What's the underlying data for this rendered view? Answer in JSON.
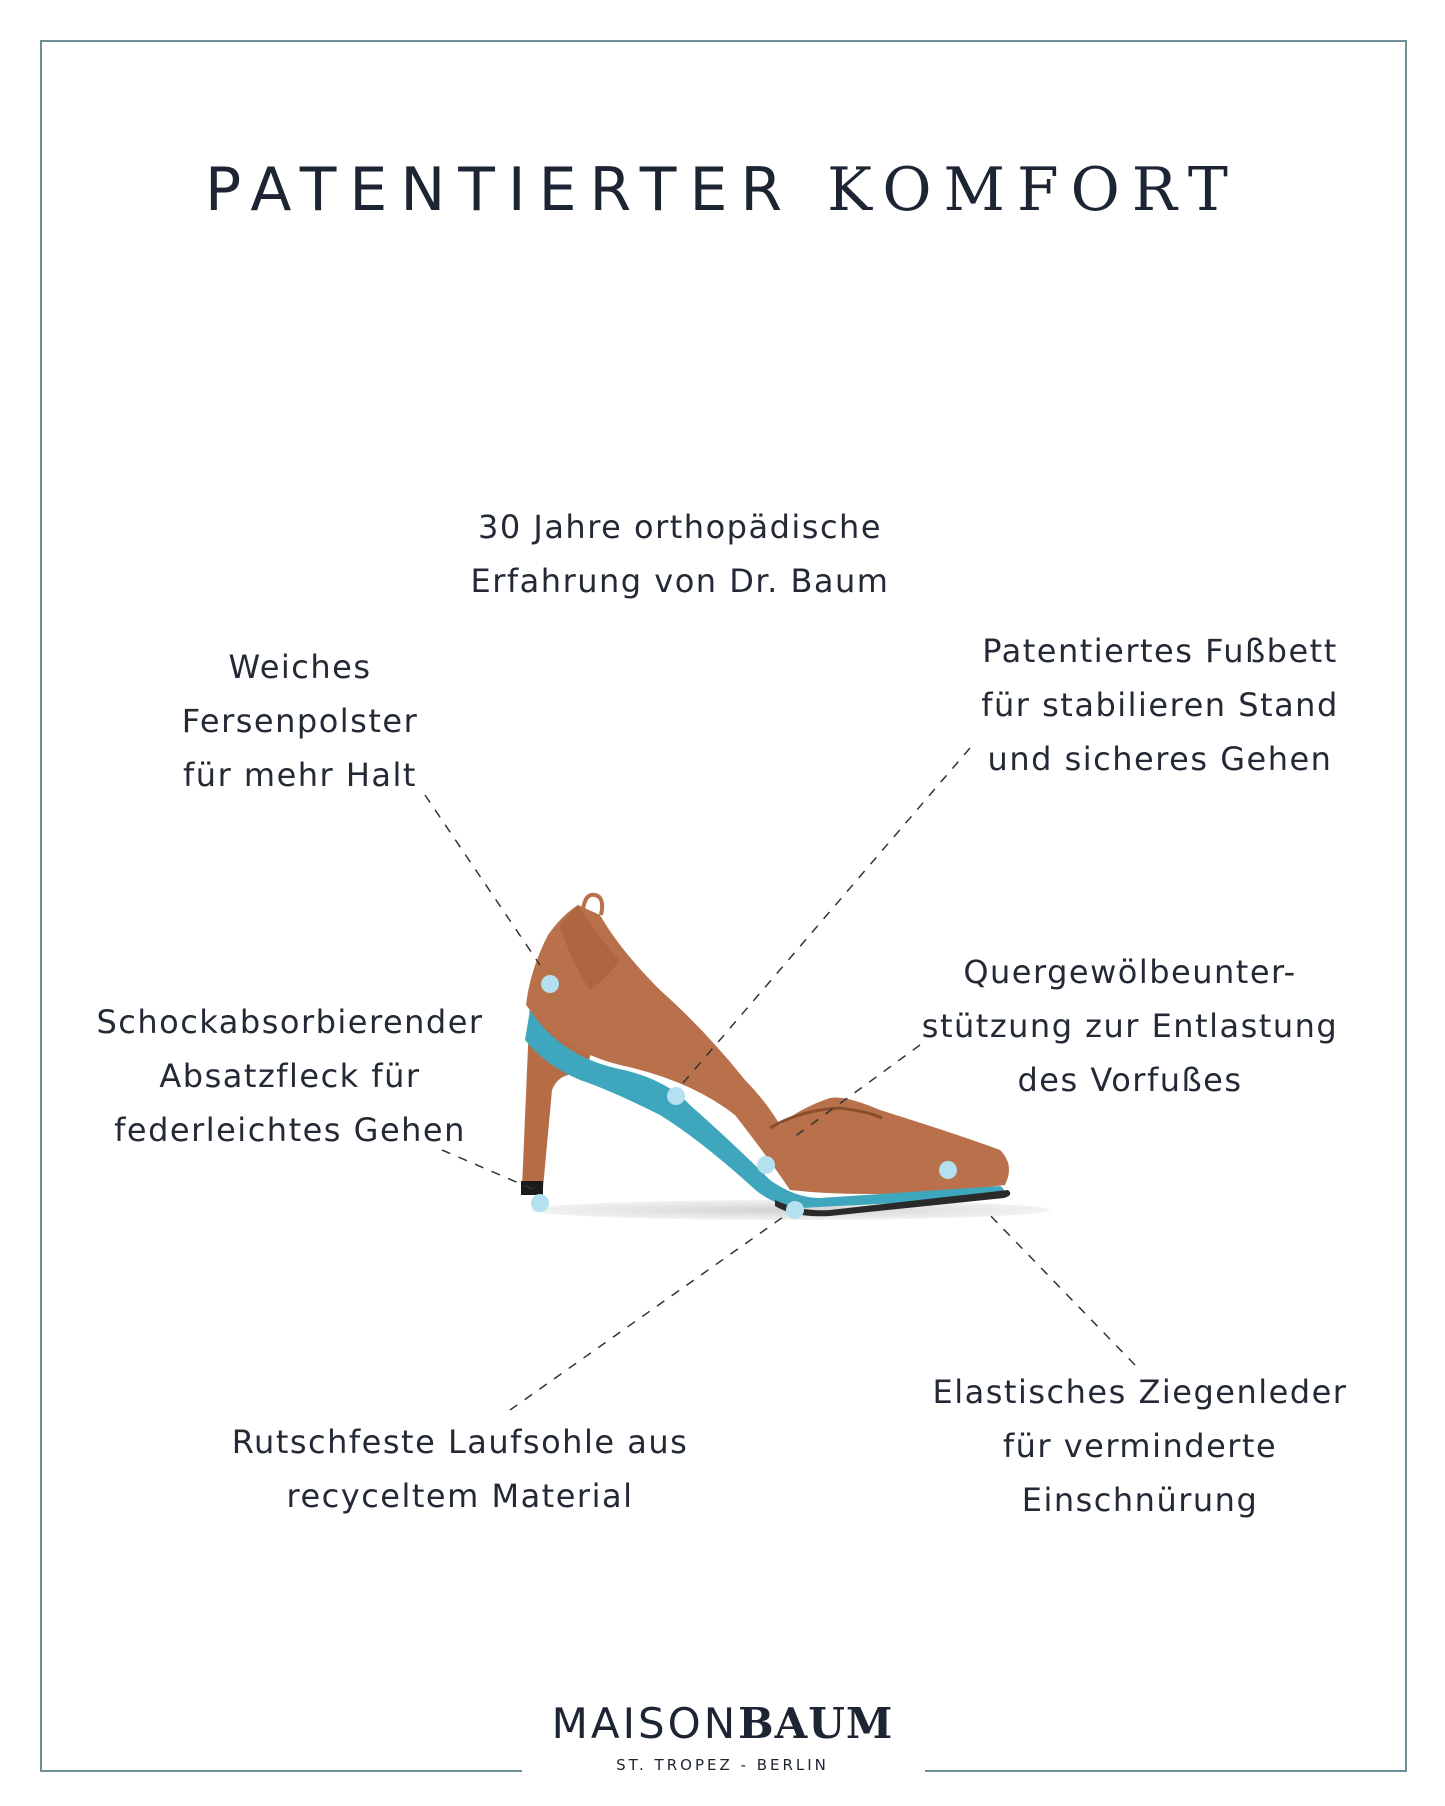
{
  "title": {
    "word1": "PATENTIERTER",
    "word2": "KOMFORT"
  },
  "colors": {
    "frame": "#6f8f96",
    "shoe_leather": "#b8714a",
    "footbed": "#3fa7bd",
    "marker_dot": "#b3e1ef",
    "text": "#222b3a"
  },
  "annotations": {
    "experience": [
      "30 Jahre orthopädische",
      "Erfahrung von Dr. Baum"
    ],
    "heel_pad": [
      "Weiches",
      "Fersenpolster",
      "für mehr Halt"
    ],
    "footbed": [
      "Patentiertes Fußbett",
      "für stabilieren Stand",
      "und sicheres Gehen"
    ],
    "heel_tip": [
      "Schockabsorbierender",
      "Absatzfleck für",
      "federleichtes Gehen"
    ],
    "arch_support": [
      "Quergewölbeunter-",
      "stützung zur Entlastung",
      "des Vorfußes"
    ],
    "outsole": [
      "Rutschfeste Laufsohle aus",
      "recyceltem Material"
    ],
    "leather": [
      "Elastisches Ziegenleder",
      "für verminderte",
      "Einschnürung"
    ]
  },
  "logo": {
    "part1": "MAISON",
    "part2": "BAUM",
    "tagline": "ST. TROPEZ - BERLIN"
  }
}
